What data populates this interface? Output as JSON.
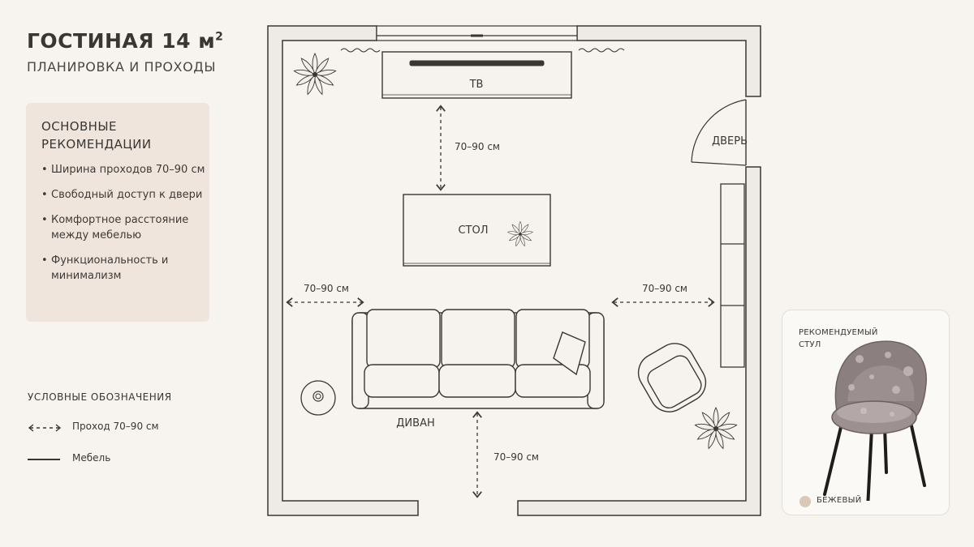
{
  "header": {
    "title": "ГОСТИНАЯ 14 м",
    "title_sup": "2",
    "subtitle": "ПЛАНИРОВКА И ПРОХОДЫ"
  },
  "recommendations": {
    "title": "ОСНОВНЫЕ РЕКОМЕНДАЦИИ",
    "items": [
      "Ширина проходов 70–90 см",
      "Свободный доступ к двери",
      "Комфортное расстояние между мебелью",
      "Функциональность и минимализм"
    ]
  },
  "legend": {
    "title": "УСЛОВНЫЕ ОБОЗНАЧЕНИЯ",
    "items": [
      {
        "icon": "dashed-arrow-icon",
        "label": "Проход 70–90 см"
      },
      {
        "icon": "solid-line-icon",
        "label": "Мебель"
      }
    ]
  },
  "plan": {
    "tv_label": "ТВ",
    "door_label": "ДВЕРЬ",
    "table_label": "СТОЛ",
    "sofa_label": "ДИВАН",
    "dim_tv_table": "70–90 см",
    "dim_left": "70–90 см",
    "dim_right": "70–90 см",
    "dim_bottom": "70–90 см"
  },
  "chair_card": {
    "label": "РЕКОМЕНДУЕМЫЙ СТУЛ",
    "color_name": "БЕЖЕВЫЙ",
    "swatch_color": "#d9c9b6"
  },
  "colors": {
    "background": "#f7f4ef",
    "wall_fill": "#eeebe6",
    "line": "#3a3633",
    "card": "#efe5dc"
  }
}
